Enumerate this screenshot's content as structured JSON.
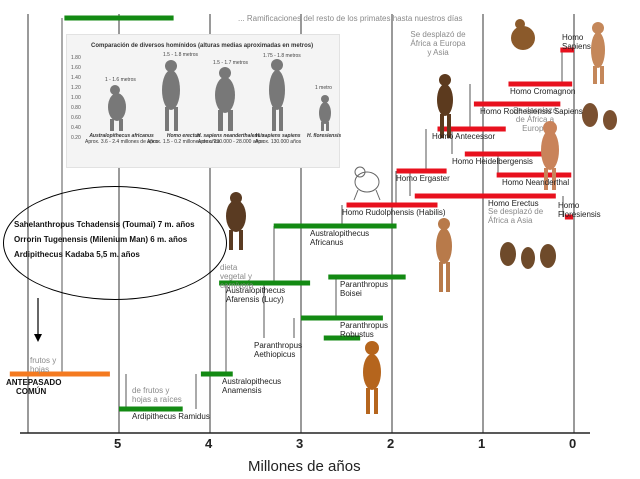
{
  "axis": {
    "title": "Millones de años",
    "ticks": [
      "5",
      "4",
      "3",
      "2",
      "1",
      "0"
    ],
    "tick_values": [
      5,
      4,
      3,
      2,
      1,
      0
    ],
    "range": [
      6.3,
      0
    ]
  },
  "header": {
    "ramificaciones": "... Ramificaciones del resto de los primates hasta nuestros días"
  },
  "inset": {
    "title": "Comparación de diversos  homínidos (alturas medias aproximadas en metros)",
    "y_labels": [
      "1.80",
      "1.60",
      "1.40",
      "1.20",
      "1.00",
      "0.80",
      "0.60",
      "0.40",
      "0.20"
    ],
    "heights": [
      "1 - 1.6 metros",
      "1.5 - 1.8 metros",
      "1.5 - 1.7 metros",
      "1.75 - 1.8 metros",
      "1 metro"
    ],
    "species": [
      {
        "name": "Australopithecus africanus",
        "detail": "Aprox. 3.6 - 2.4 millones de años"
      },
      {
        "name": "Homo erectus",
        "detail": "Aprox. 1.5 - 0.2 millones de años"
      },
      {
        "name": "H. sapiens neanderthalensis",
        "detail": "Aprox. 230.000 - 28.000 años"
      },
      {
        "name": "H. sapiens sapiens",
        "detail": "Aprox. 130.000 años"
      },
      {
        "name": "H. floresiensis",
        "detail": ""
      }
    ]
  },
  "ellipse": {
    "lines": [
      "Sahelanthropus Tchadensis (Toumai) 7 m. años",
      "Orrorin Tugenensis (Milenium Man) 6 m. años",
      "Ardipithecus Kadaba 5,5 m. años"
    ]
  },
  "ancestor": {
    "label_line1": "ANTEPASADO",
    "label_line2": "COMÚN",
    "diet": "frutos y hojas"
  },
  "notes": {
    "diet_veg": "dieta vegetal y carnívora",
    "diet_fruits": "de frutos y hojas a raíces",
    "erectus_spread": "Se desplazó de África a Asia",
    "ergaster_spread": "Se desplazó de África a Europa y Asia",
    "antecessor_spread": "Se desplazó de África a Europa"
  },
  "colors": {
    "ancestor": "#f47a20",
    "australopith": "#138a13",
    "homo": "#e8111e",
    "gridline": "#9a9a9a"
  },
  "chart_data": {
    "type": "timeline",
    "x_unit": "Millones de años",
    "bars": [
      {
        "id": "ancestro",
        "label": "ANTEPASADO COMÚN",
        "start": 6.2,
        "end": 5.1,
        "group": "ancestor"
      },
      {
        "id": "ramificaciones",
        "label": "Ramificaciones del resto de los primates",
        "start": 5.6,
        "end": 4.4,
        "group": "australopith"
      },
      {
        "id": "ramidus",
        "label": "Ardipithecus Ramidus",
        "start": 5.0,
        "end": 4.3,
        "group": "australopith"
      },
      {
        "id": "anamensis",
        "label": "Australopithecus Anamensis",
        "start": 4.1,
        "end": 3.75,
        "group": "australopith"
      },
      {
        "id": "afarensis",
        "label": "Australopithecus Afarensis (Lucy)",
        "start": 3.9,
        "end": 2.9,
        "group": "australopith"
      },
      {
        "id": "africanus",
        "label": "Australopithecus Africanus",
        "start": 3.3,
        "end": 1.95,
        "group": "australopith"
      },
      {
        "id": "aethiopicus",
        "label": "Paranthropus Aethiopicus",
        "start": 2.75,
        "end": 2.35,
        "group": "australopith"
      },
      {
        "id": "boisei",
        "label": "Paranthropus Boisei",
        "start": 2.7,
        "end": 1.85,
        "group": "australopith"
      },
      {
        "id": "robustus",
        "label": "Paranthropus Robustus",
        "start": 3.0,
        "end": 2.1,
        "group": "australopith"
      },
      {
        "id": "habilis",
        "label": "Homo Rudolphensis (Habilis)",
        "start": 2.5,
        "end": 1.5,
        "group": "homo"
      },
      {
        "id": "ergaster",
        "label": "Homo Ergaster",
        "start": 1.95,
        "end": 1.4,
        "group": "homo"
      },
      {
        "id": "erectus",
        "label": "Homo Erectus",
        "start": 1.75,
        "end": 0.2,
        "group": "homo"
      },
      {
        "id": "floresiensis",
        "label": "Homo Floresiensis",
        "start": 0.1,
        "end": 0.01,
        "group": "homo"
      },
      {
        "id": "neanderthal",
        "label": "Homo Neanderthal",
        "start": 0.85,
        "end": 0.03,
        "group": "homo"
      },
      {
        "id": "heidelbergensis",
        "label": "Homo Heidelbergensis",
        "start": 1.2,
        "end": 0.3,
        "group": "homo"
      },
      {
        "id": "antecessor",
        "label": "Homo Antecessor",
        "start": 1.5,
        "end": 0.75,
        "group": "homo"
      },
      {
        "id": "rodhesiensis",
        "label": "Homo Rodhesiensis Sapiens",
        "start": 1.1,
        "end": 0.15,
        "group": "homo"
      },
      {
        "id": "cromagnon",
        "label": "Homo Cromagnon",
        "start": 0.72,
        "end": 0.02,
        "group": "homo"
      },
      {
        "id": "sapiens",
        "label": "Homo Sapiens",
        "start": 0.15,
        "end": 0.0,
        "group": "homo"
      }
    ]
  }
}
